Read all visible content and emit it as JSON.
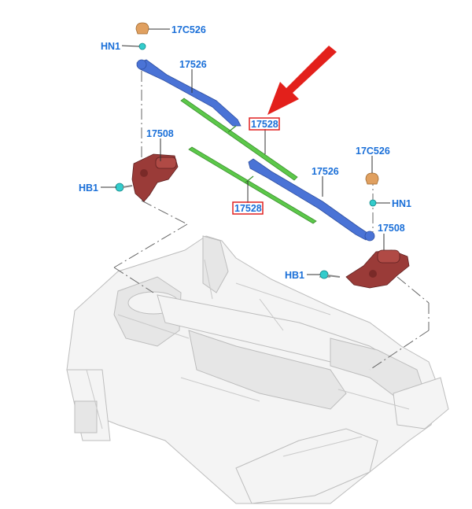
{
  "labels": {
    "nut_top_left": "17C526",
    "hn1_left": "HN1",
    "arm_left": "17526",
    "blade_top": "17528",
    "motor_left": "17508",
    "hb1_left": "HB1",
    "blade_bottom": "17528",
    "nut_right": "17C526",
    "arm_right": "17526",
    "hn1_right": "HN1",
    "motor_right": "17508",
    "hb1_right": "HB1"
  },
  "colors": {
    "callout_text": "#1a6fd8",
    "highlight_box": "#e02020",
    "arrow": "#e3201b",
    "wiper_arm": "#4a73d6",
    "wiper_blade": "#5cc84a",
    "motor": "#9a3b38",
    "cap_nut": "#e0a060",
    "fastener": "#33cccc"
  }
}
